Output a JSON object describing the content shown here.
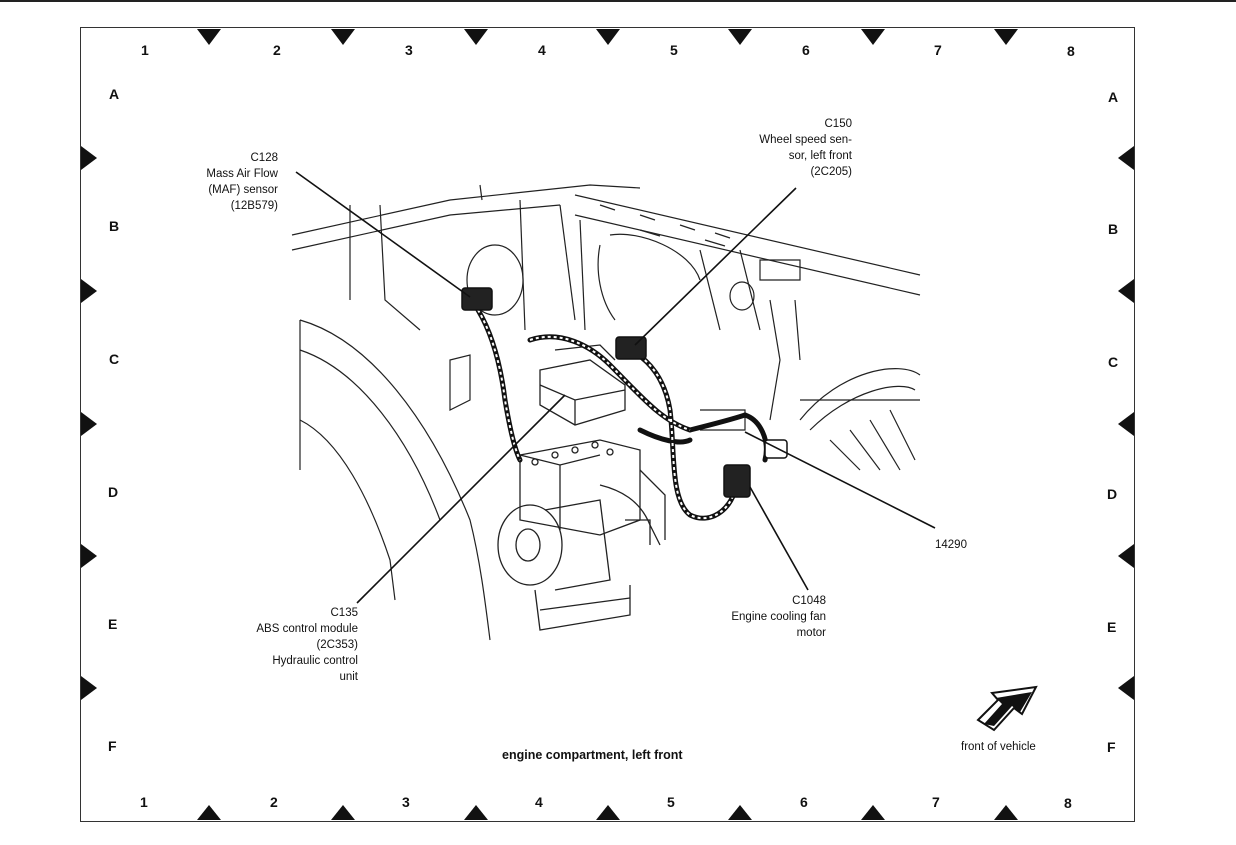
{
  "grid": {
    "columns": [
      "1",
      "2",
      "3",
      "4",
      "5",
      "6",
      "7",
      "8"
    ],
    "rows": [
      "A",
      "B",
      "C",
      "D",
      "E",
      "F"
    ]
  },
  "callouts": {
    "c128": [
      "C128",
      "Mass Air Flow",
      "(MAF) sensor",
      "(12B579)"
    ],
    "c150": [
      "C150",
      "Wheel speed sen-",
      "sor, left front",
      "(2C205)"
    ],
    "c135": [
      "C135",
      "ABS control module",
      "(2C353)",
      "Hydraulic control",
      "unit"
    ],
    "c1048": [
      "C1048",
      "Engine cooling fan",
      "motor"
    ],
    "harness": "14290"
  },
  "caption": "engine compartment, left front",
  "front_of_vehicle": "front of vehicle",
  "colors": {
    "ink": "#111111",
    "frame": "#333333",
    "background": "#ffffff"
  }
}
